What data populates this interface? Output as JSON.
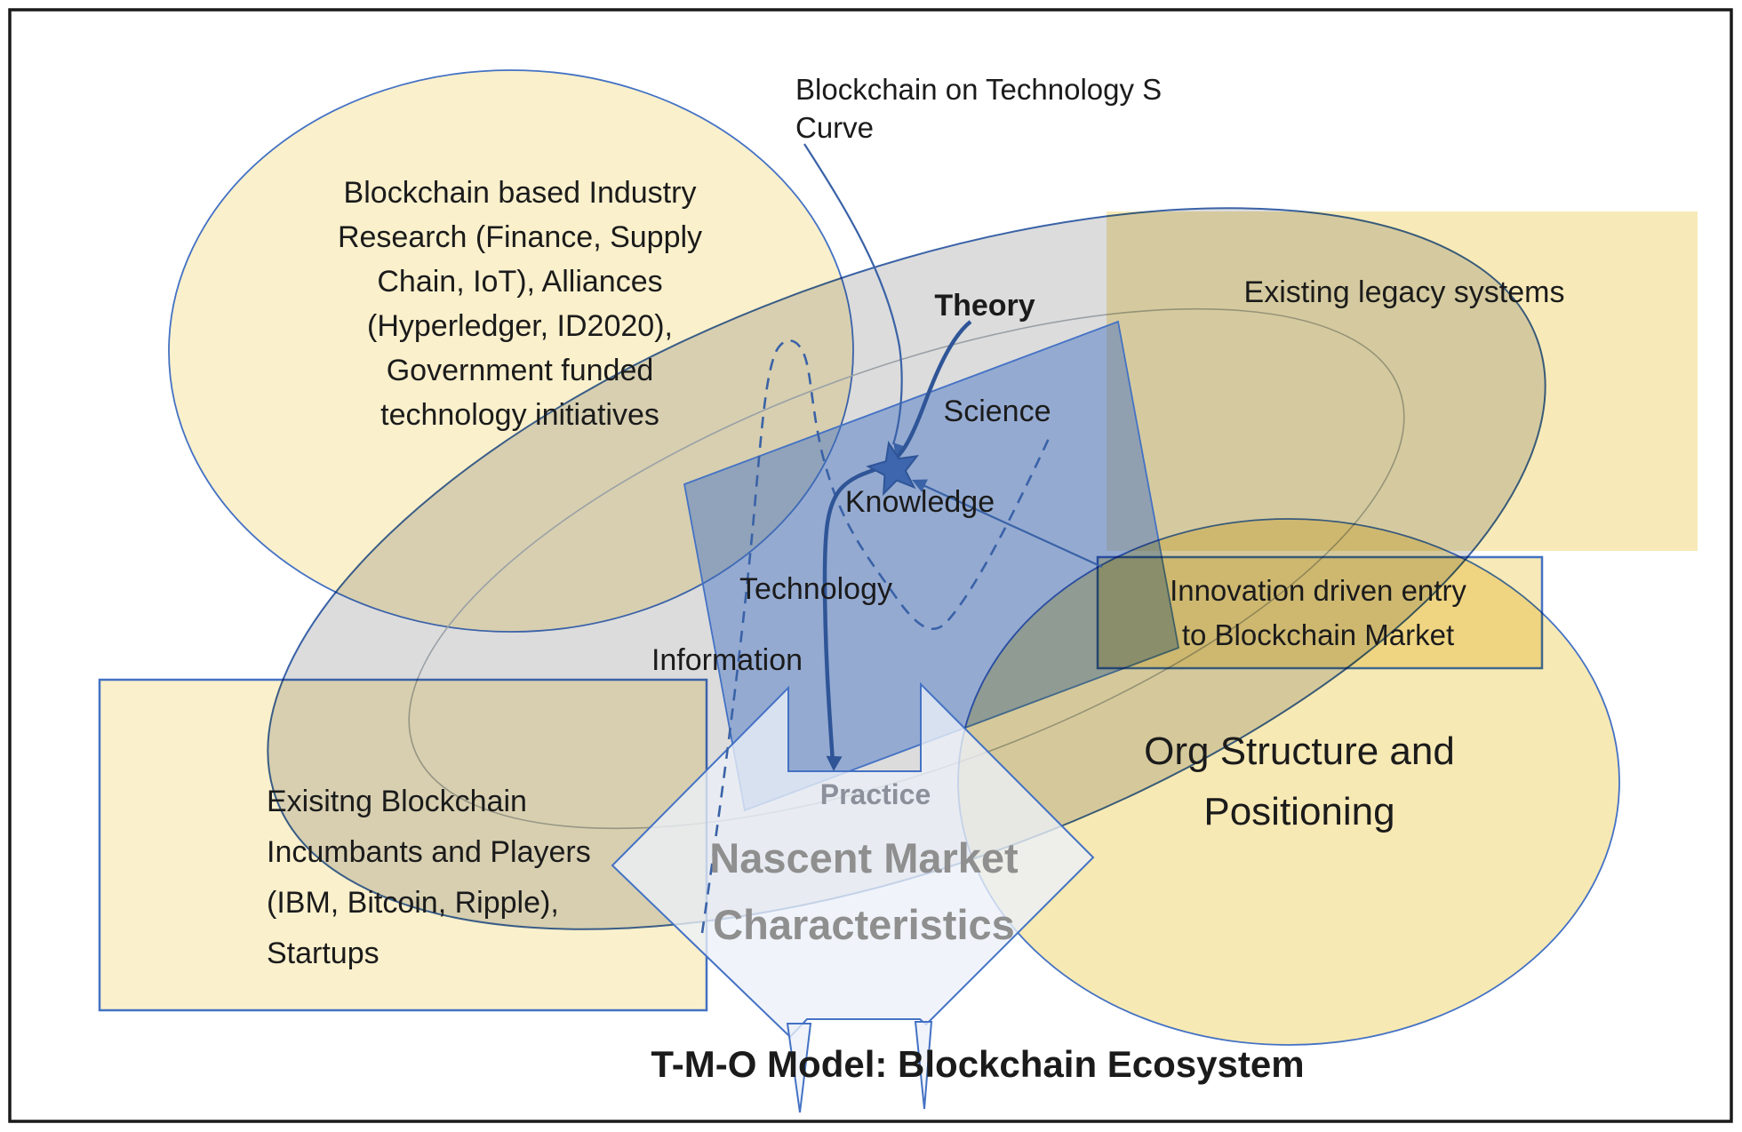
{
  "title": "T-M-O Model: Blockchain Ecosystem",
  "s_curve_label": {
    "line1": "Blockchain on Technology S",
    "line2": "Curve"
  },
  "stages": {
    "theory": "Theory",
    "science": "Science",
    "knowledge": "Knowledge",
    "technology": "Technology",
    "information": "Information",
    "practice": "Practice"
  },
  "market_arrow": {
    "line1": "Nascent Market",
    "line2": "Characteristics"
  },
  "research_ellipse": {
    "lines": [
      "Blockchain based Industry",
      "Research (Finance, Supply",
      "Chain, IoT), Alliances",
      "(Hyperledger, ID2020),",
      "Government funded",
      "technology initiatives"
    ]
  },
  "legacy_label": "Existing legacy systems",
  "innovation_box": {
    "line1": "Innovation driven entry",
    "line2": "to Blockchain Market"
  },
  "org_ellipse": {
    "line1": "Org Structure and",
    "line2": "Positioning"
  },
  "incumbents_box": {
    "lines": [
      "Exisitng Blockchain",
      "Incumbants and Players",
      "(IBM, Bitcoin, Ripple),",
      "Startups"
    ]
  },
  "colors": {
    "accent_blue": "#4472C4",
    "dark_blue": "#2F5597",
    "band_gray": "#DCDCDC",
    "cream": "#FAF0CC",
    "legacy_cream": "#F7EAB8",
    "org_cream": "#F7E9B4",
    "muted_text": "#8C8C8C"
  }
}
